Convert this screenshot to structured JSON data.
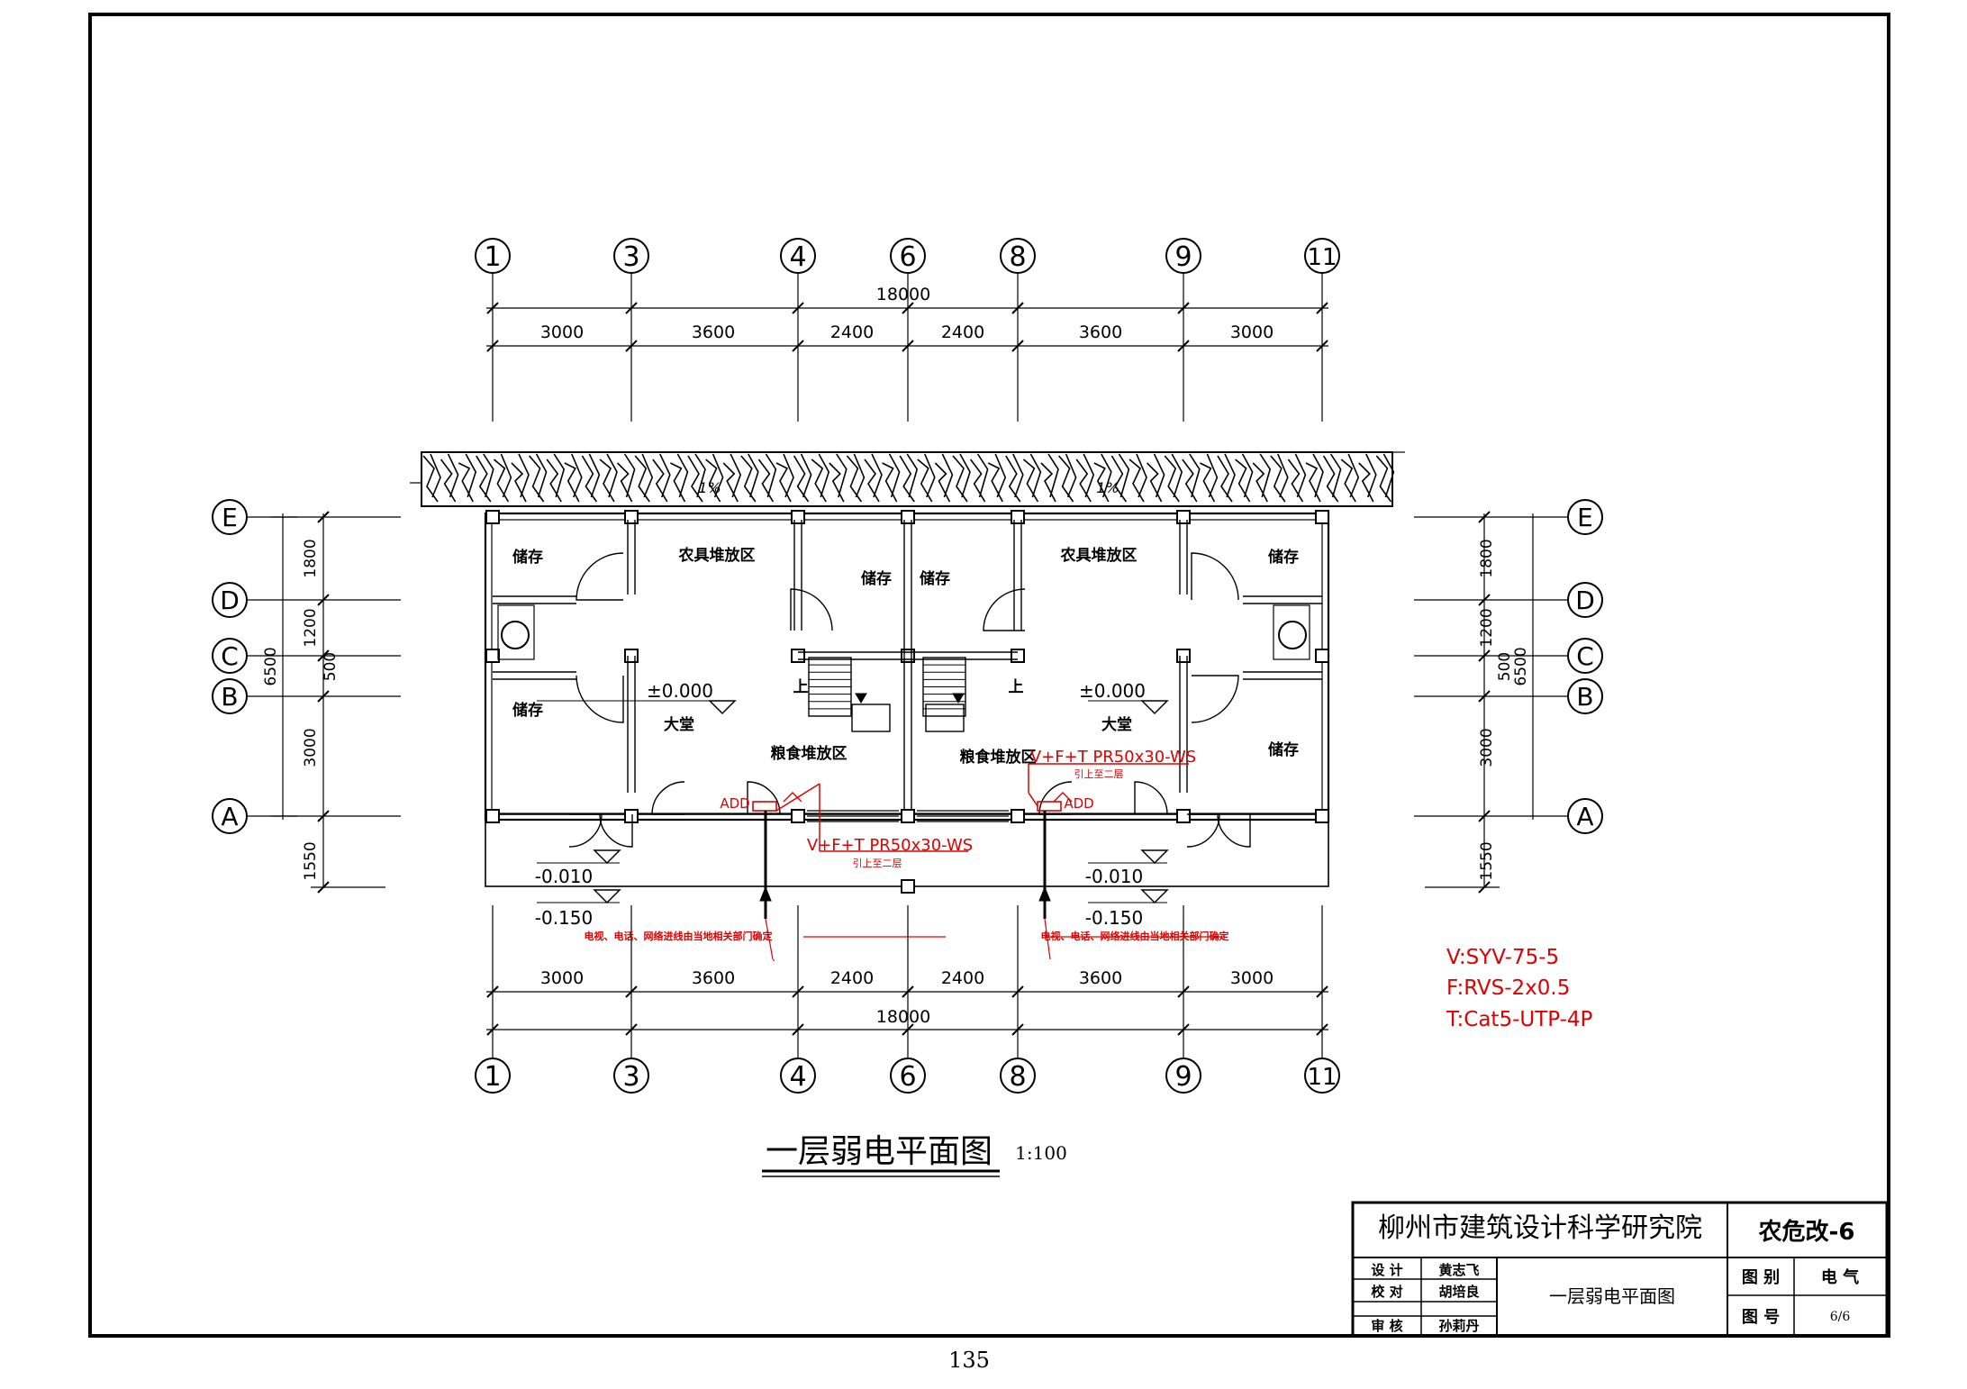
{
  "grid": {
    "cols": [
      "1",
      "3",
      "4",
      "6",
      "8",
      "9",
      "11"
    ],
    "rows": [
      "E",
      "D",
      "C",
      "B",
      "A"
    ]
  },
  "dims": {
    "total": "18000",
    "segments": [
      "3000",
      "3600",
      "2400",
      "2400",
      "3600",
      "3000"
    ],
    "left": [
      "1800",
      "1200",
      "3000",
      "1550"
    ],
    "overall": "6500",
    "small": "500"
  },
  "rooms": {
    "storage": "储存",
    "tools": "农具堆放区",
    "grain": "粮食堆放区",
    "hall": "大堂",
    "up": "上"
  },
  "levels": {
    "floor": "±0.000",
    "porch": "-0.010",
    "ground": "-0.150"
  },
  "slope": "1%",
  "devices": {
    "add": "ADD",
    "conduit": "V+F+T PR50x30-WS",
    "riser": "引上至二层",
    "entry_note": "电视、电话、网络进线由当地相关部门确定"
  },
  "legend": [
    "V:SYV-75-5",
    "F:RVS-2x0.5",
    "T:Cat5-UTP-4P"
  ],
  "title": {
    "name": "一层弱电平面图",
    "scale": "1:100"
  },
  "titleblock": {
    "org": "柳州市建筑设计科学研究院",
    "code": "农危改-6",
    "design_label": "设 计",
    "design_name": "黄志飞",
    "check_label": "校 对",
    "check_name": "胡培良",
    "review_label": "审 核",
    "review_name": "孙莉丹",
    "drawing": "一层弱电平面图",
    "cat_label": "图 别",
    "cat_value": "电 气",
    "no_label": "图 号",
    "no_value": "6/6"
  },
  "page_number": "135"
}
